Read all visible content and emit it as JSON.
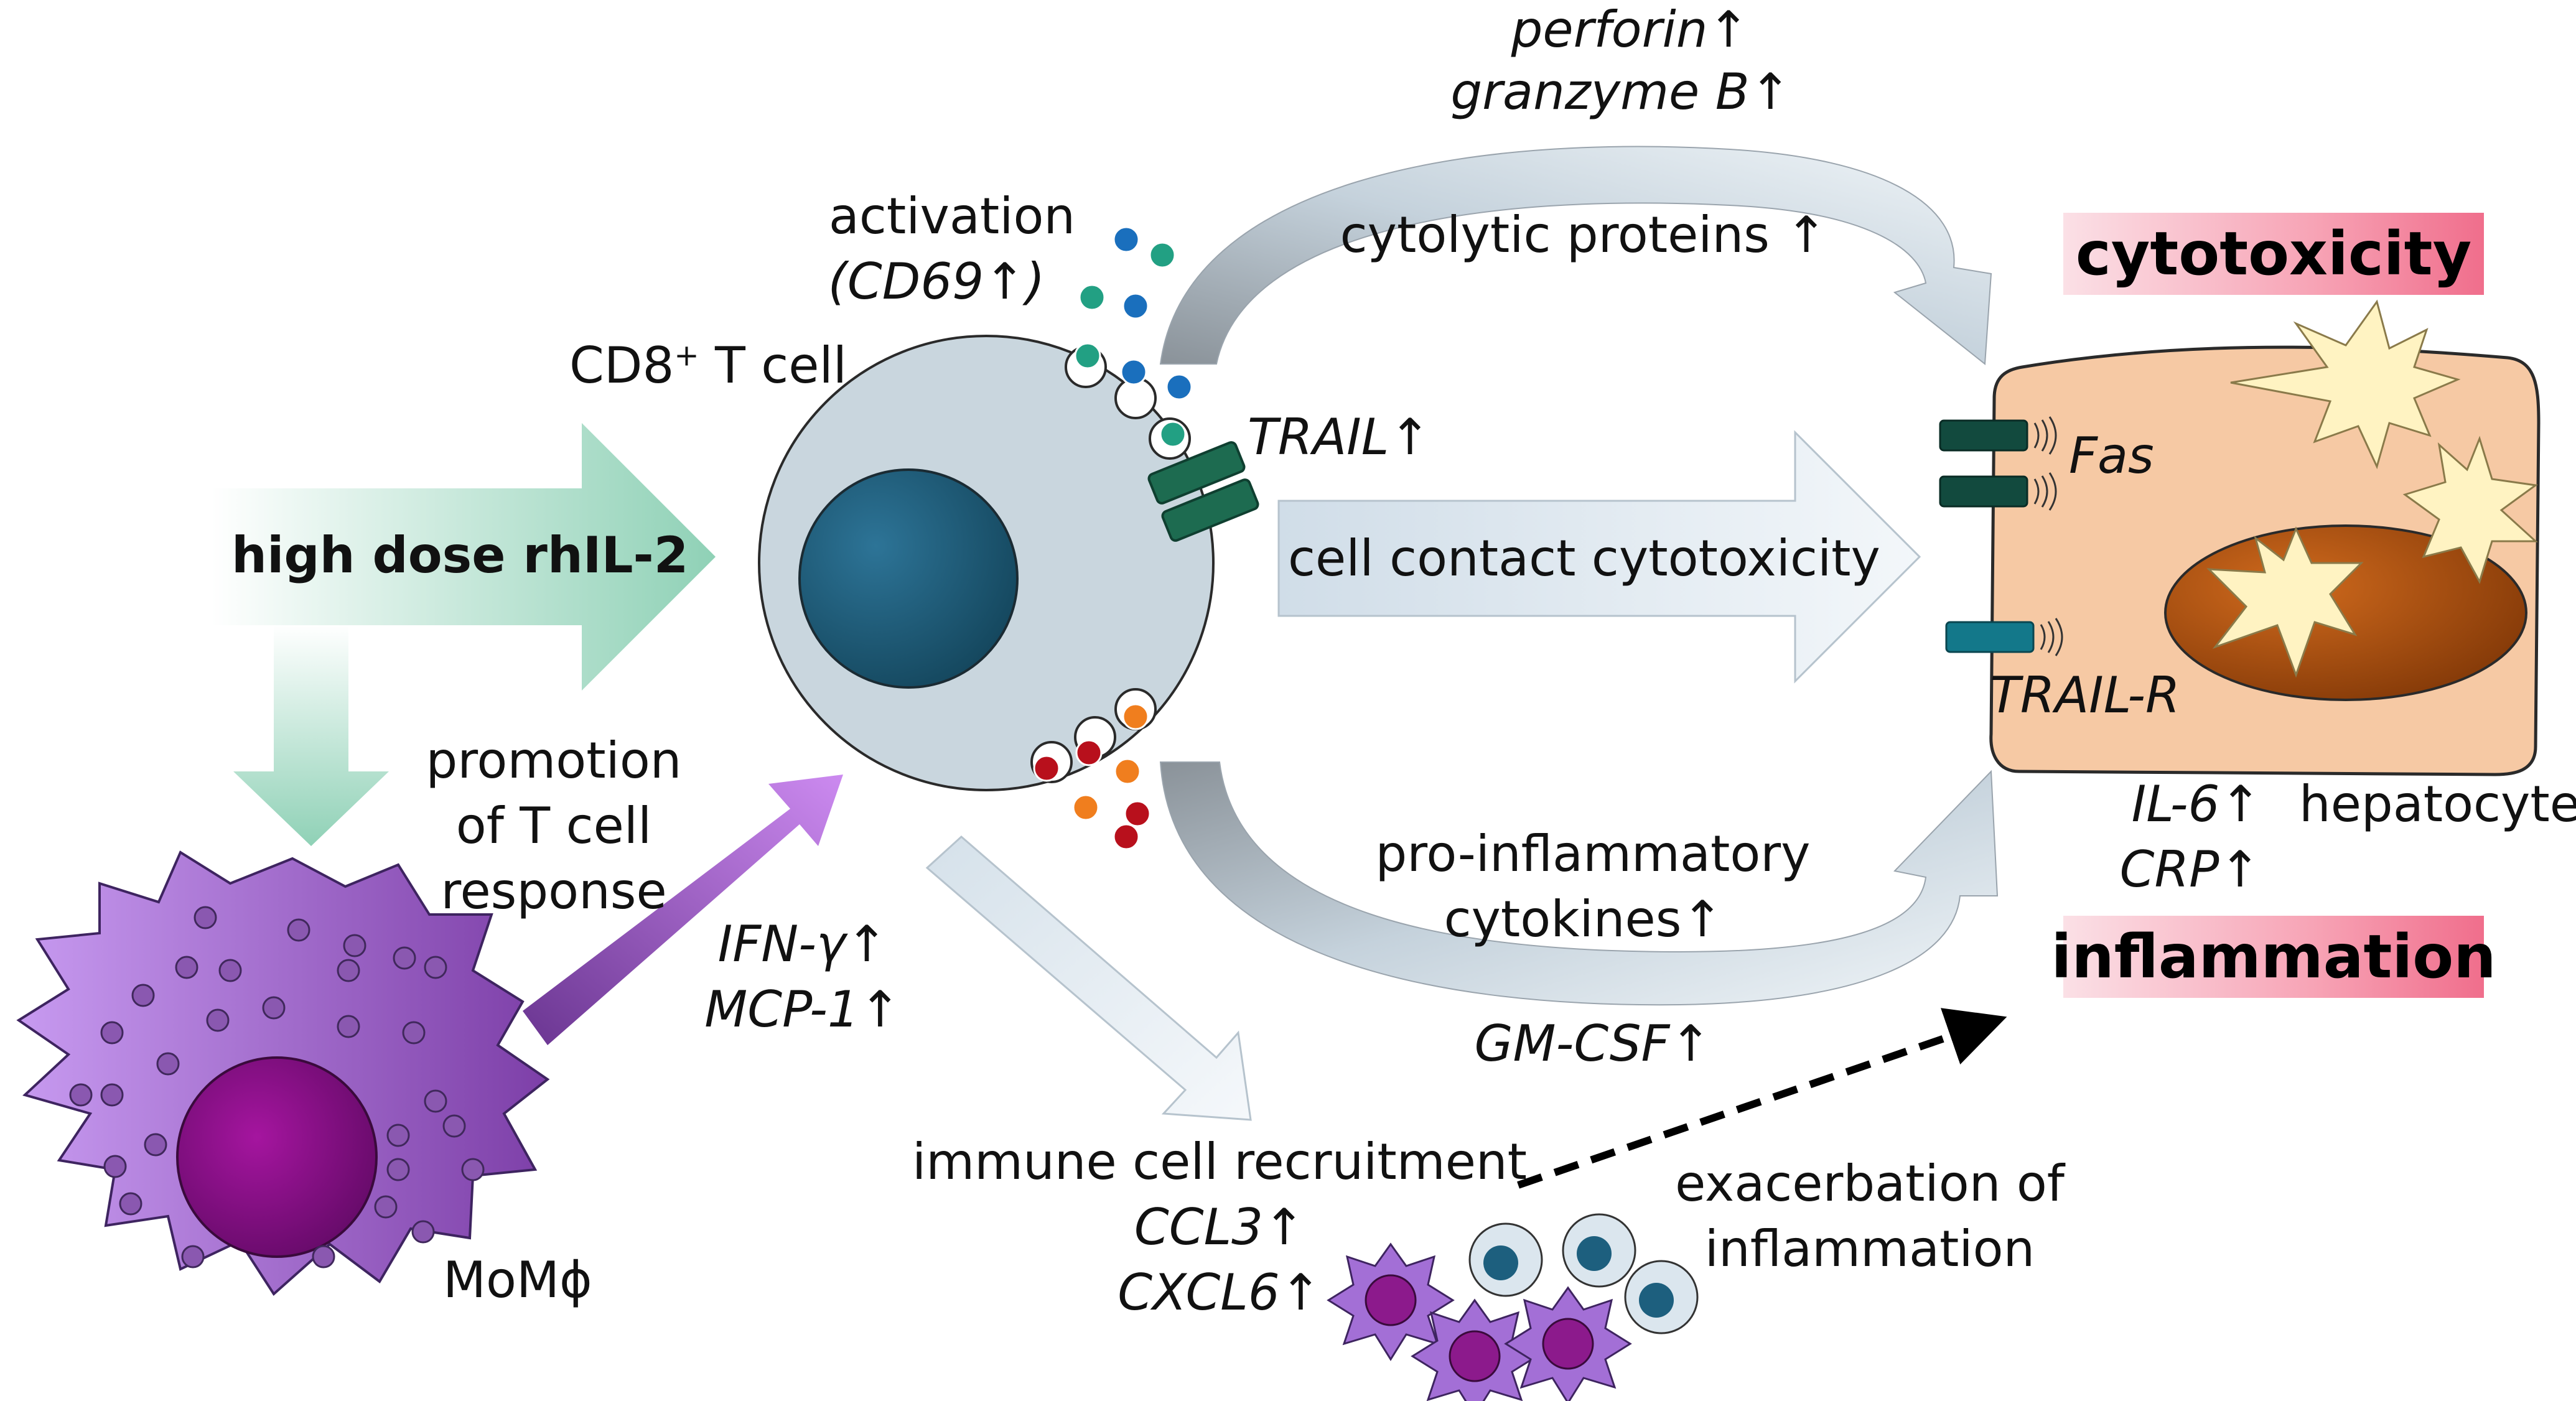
{
  "stimulus": {
    "label": "high dose rhIL-2"
  },
  "tcell": {
    "label_main": "CD8",
    "label_sup": "+",
    "label_tail": " T cell",
    "activation": "activation",
    "activation_marker": "(CD69↑)",
    "trail": "TRAIL↑"
  },
  "pathways": {
    "top_genes": [
      "perforin↑",
      "granzyme B↑"
    ],
    "top_label": "cytolytic proteins ↑",
    "middle_label": "cell contact cytotoxicity",
    "bottom_label_1": "pro-inflammatory",
    "bottom_label_2": "cytokines↑",
    "bottom_gene": "GM-CSF↑"
  },
  "hepatocyte": {
    "label": "hepatocyte",
    "fas": "Fas",
    "trail_r": "TRAIL-R",
    "markers": [
      "IL-6↑",
      "CRP↑"
    ]
  },
  "outcomes": {
    "cytotoxicity": "cytotoxicity",
    "inflammation": "inflammation"
  },
  "macrophage": {
    "label": "MoMϕ",
    "promotion": [
      "promotion",
      "of T cell",
      "response"
    ],
    "cytokines": [
      "IFN-γ↑",
      "MCP-1↑"
    ]
  },
  "recruitment": {
    "label": "immune cell recruitment",
    "genes": [
      "CCL3↑",
      "CXCL6↑"
    ],
    "exacerbation": [
      "exacerbation of",
      "inflammation"
    ]
  },
  "colors": {
    "tcell_body": "#c9d6de",
    "tcell_nucleus": "#1d5f7e",
    "receptor_dark": "#114d3f",
    "receptor_trail": "#13788a",
    "hepatocyte_fill": "#f6c9a4",
    "hepatocyte_nucleus": "#b5530f",
    "macrophage_fill": "#a36fd6",
    "macrophage_nucleus": "#8c1a8c",
    "pink_box": "#f7a3b5",
    "green_arrow": "#8fd1b6",
    "purple_arrow": "#9b59d0",
    "blue_arrow": "#dbe6ee"
  }
}
